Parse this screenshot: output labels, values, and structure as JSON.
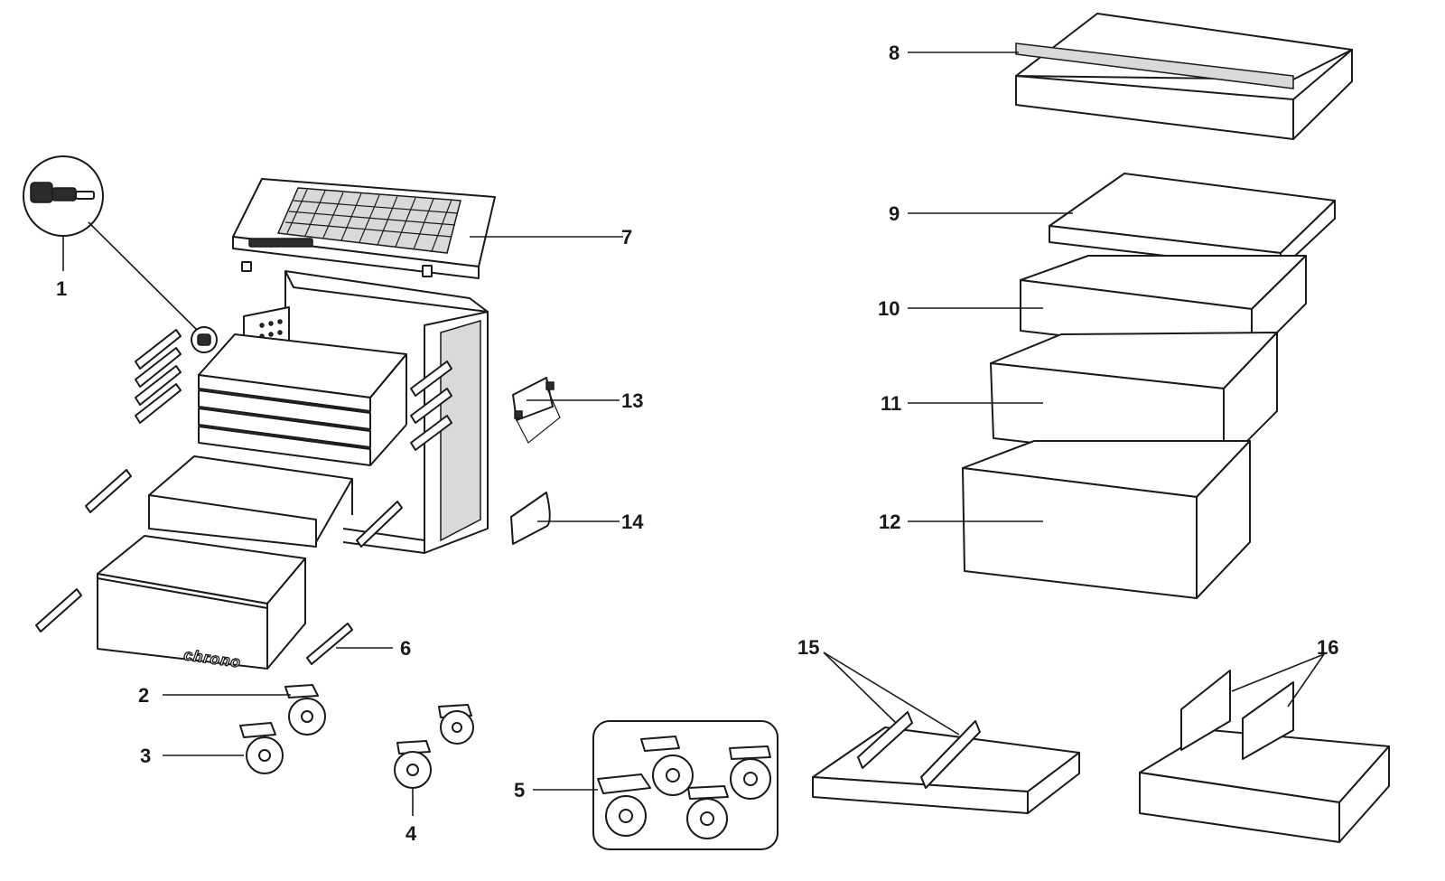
{
  "callouts": [
    {
      "id": "1",
      "label": "1"
    },
    {
      "id": "2",
      "label": "2"
    },
    {
      "id": "3",
      "label": "3"
    },
    {
      "id": "4",
      "label": "4"
    },
    {
      "id": "5",
      "label": "5"
    },
    {
      "id": "6",
      "label": "6"
    },
    {
      "id": "7",
      "label": "7"
    },
    {
      "id": "8",
      "label": "8"
    },
    {
      "id": "9",
      "label": "9"
    },
    {
      "id": "10",
      "label": "10"
    },
    {
      "id": "11",
      "label": "11"
    },
    {
      "id": "12",
      "label": "12"
    },
    {
      "id": "13",
      "label": "13"
    },
    {
      "id": "14",
      "label": "14"
    },
    {
      "id": "15",
      "label": "15"
    },
    {
      "id": "16",
      "label": "16"
    }
  ],
  "branding": {
    "drawer_logo": "chrono"
  },
  "colors": {
    "ink": "#1a1a1a",
    "background": "#ffffff",
    "shade": "#d9d9d9"
  }
}
